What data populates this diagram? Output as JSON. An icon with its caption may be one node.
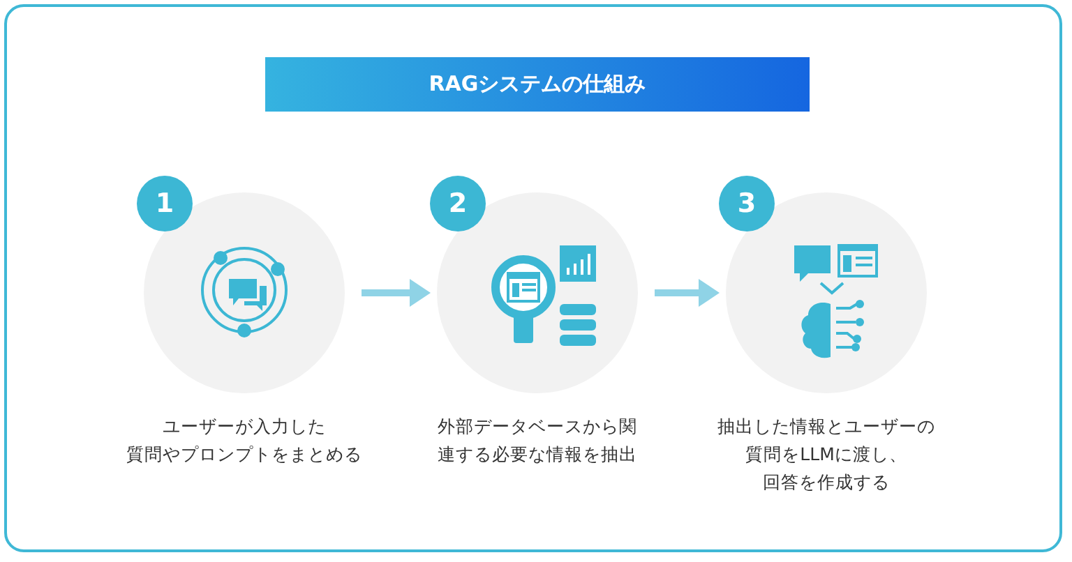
{
  "diagram": {
    "title": "RAGシステムの仕組み",
    "nodes": [
      {
        "text": [
          "1",
          "ユーザーが入力した質問やプロンプトをまとめる"
        ]
      },
      {
        "text": [
          "2",
          "外部データベースから関連する必要な情報を抽出"
        ]
      },
      {
        "text": [
          "3",
          "抽出した情報とユーザーの質問をLLMに渡し、回答を作成する"
        ]
      }
    ],
    "edges": [
      {
        "from": 0,
        "to": 1,
        "arrow": "to"
      },
      {
        "from": 1,
        "to": 2,
        "arrow": "to"
      }
    ]
  }
}
